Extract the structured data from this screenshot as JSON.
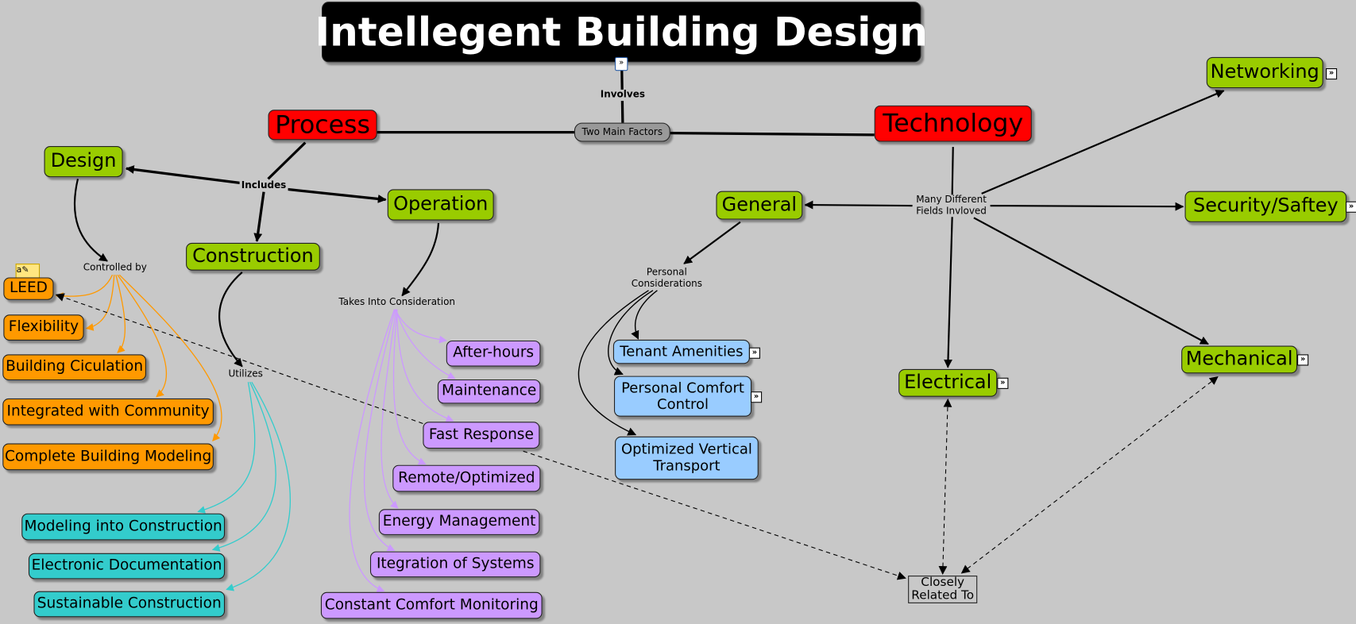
{
  "colors": {
    "background": "#c8c8c8",
    "title": "#000000",
    "main_factor": "#ff0000",
    "category": "#99cc00",
    "design_item": "#ff9900",
    "construction_item": "#33cccc",
    "operation_item": "#cc99ff",
    "general_item": "#99ccff",
    "connector": "#999999"
  },
  "icons": {
    "title_resource": "document-icon",
    "leed_resource": "note-icon",
    "expand": "expand-icon"
  },
  "title": "Intellegent Building Design",
  "links": {
    "involves": "Involves",
    "includes": "Includes",
    "controlled_by": "Controlled by",
    "utilizes": "Utilizes",
    "takes_into": "Takes Into Consideration",
    "many_fields": "Many Different\nFields Invloved",
    "personal": "Personal\nConsiderations",
    "expand_glyph": "»",
    "note_glyph": "a✎"
  },
  "connector": "Two Main Factors",
  "process": {
    "label": "Process",
    "design": {
      "label": "Design",
      "items": [
        "LEED",
        "Flexibility",
        "Building Ciculation",
        "Integrated with Community",
        "Complete Building Modeling"
      ]
    },
    "construction": {
      "label": "Construction",
      "items": [
        "Modeling into Construction",
        "Electronic Documentation",
        "Sustainable Construction"
      ]
    },
    "operation": {
      "label": "Operation",
      "items": [
        "After-hours",
        "Maintenance",
        "Fast Response",
        "Remote/Optimized",
        "Energy Management",
        "Itegration of Systems",
        "Constant Comfort Monitoring"
      ]
    }
  },
  "technology": {
    "label": "Technology",
    "fields": {
      "networking": "Networking",
      "security": "Security/Saftey",
      "electrical": "Electrical",
      "mechanical": "Mechanical",
      "general": "General"
    },
    "general_items": [
      "Tenant Amenities",
      "Personal Comfort Control",
      "Optimized Vertical Transport"
    ]
  },
  "closely_related": "Closely Related To"
}
